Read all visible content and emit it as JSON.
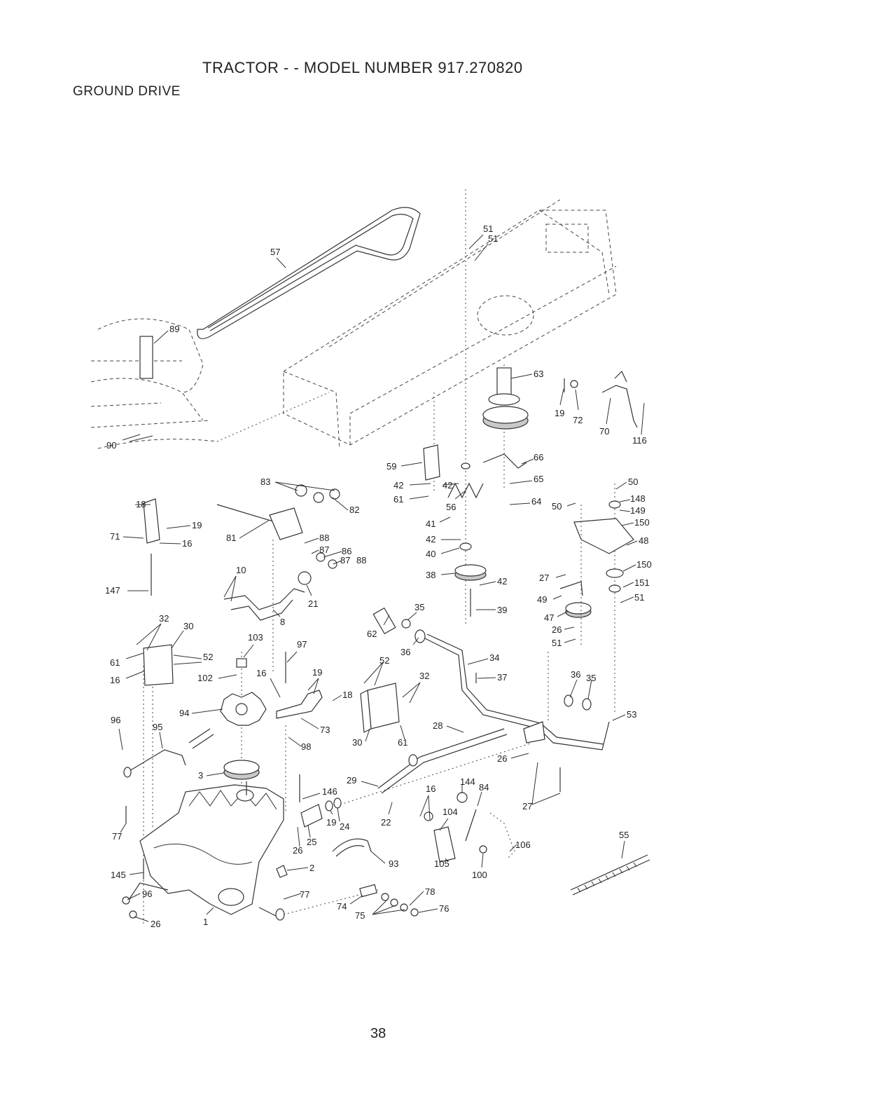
{
  "title": "TRACTOR - - MODEL NUMBER 917.270820",
  "subtitle": "GROUND DRIVE",
  "page_number": "38",
  "labels": {
    "l57": "57",
    "l51a": "51",
    "l51b": "51",
    "l89": "89",
    "l90": "90",
    "l63": "63",
    "l19a": "19",
    "l72": "72",
    "l70": "70",
    "l116": "116",
    "l59": "59",
    "l42a": "42",
    "l42b": "42",
    "l61a": "61",
    "l56": "56",
    "l66": "66",
    "l65": "65",
    "l64": "64",
    "l41": "41",
    "l42c": "42",
    "l40": "40",
    "l38": "38",
    "l42d": "42",
    "l39": "39",
    "l50a": "50",
    "l50b": "50",
    "l148": "148",
    "l149": "149",
    "l150a": "150",
    "l48": "48",
    "l150b": "150",
    "l151": "151",
    "l51c": "51",
    "l27a": "27",
    "l49": "49",
    "l47": "47",
    "l26a": "26",
    "l51d": "51",
    "l18a": "18",
    "l83": "83",
    "l82": "82",
    "l19b": "19",
    "l71": "71",
    "l16a": "16",
    "l81": "81",
    "l88a": "88",
    "l87a": "87",
    "l86": "86",
    "l87b": "87",
    "l88b": "88",
    "l10": "10",
    "l147": "147",
    "l21": "21",
    "l8": "8",
    "l32a": "32",
    "l30a": "30",
    "l61b": "61",
    "l52a": "52",
    "l16b": "16",
    "l103": "103",
    "l97": "97",
    "l62": "62",
    "l35a": "35",
    "l36a": "36",
    "l34": "34",
    "l102": "102",
    "l16c": "16",
    "l19c": "19",
    "l18b": "18",
    "l52b": "52",
    "l32b": "32",
    "l37": "37",
    "l36b": "36",
    "l35b": "35",
    "l53": "53",
    "l96a": "96",
    "l95": "95",
    "l94": "94",
    "l73": "73",
    "l98": "98",
    "l30b": "30",
    "l61c": "61",
    "l28": "28",
    "l26b": "26",
    "l3": "3",
    "l29": "29",
    "l144": "144",
    "l84": "84",
    "l16d": "16",
    "l27b": "27",
    "l146": "146",
    "l104": "104",
    "l19d": "19",
    "l24": "24",
    "l22": "22",
    "l55": "55",
    "l77a": "77",
    "l25": "25",
    "l26c": "26",
    "l106": "106",
    "l93": "93",
    "l105": "105",
    "l100": "100",
    "l145": "145",
    "l2": "2",
    "l96b": "96",
    "l77b": "77",
    "l78": "78",
    "l74": "74",
    "l76": "76",
    "l75": "75",
    "l26d": "26",
    "l1": "1"
  }
}
